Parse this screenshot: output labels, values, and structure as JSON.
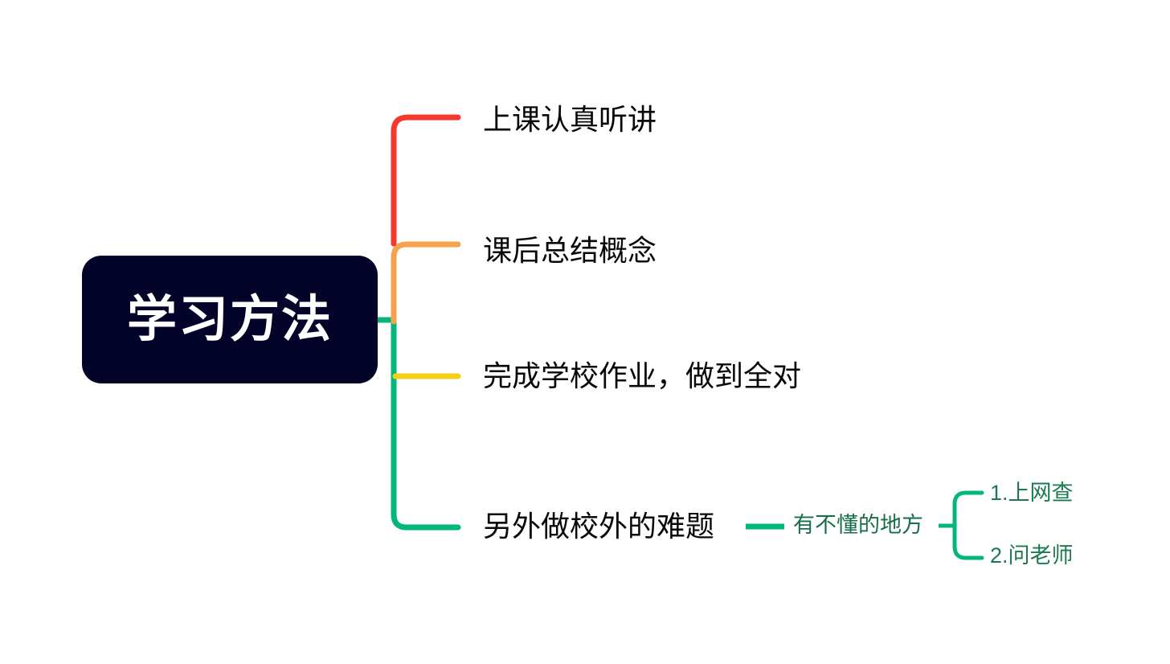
{
  "diagram": {
    "type": "mind-map",
    "title": "学习方法",
    "background_color": "#ffffff",
    "root": {
      "label": "学习方法",
      "fill_color": "#04042a",
      "text_color": "#ffffff"
    },
    "branches": [
      {
        "label": "上课认真听讲",
        "color": "#f5392e",
        "color_name": "red",
        "children": []
      },
      {
        "label": "课后总结概念",
        "color": "#f5a34e",
        "color_name": "orange",
        "children": []
      },
      {
        "label": "完成学校作业，做到全对",
        "color": "#f6ce17",
        "color_name": "yellow",
        "children": []
      },
      {
        "label": "另外做校外的难题",
        "color": "#02b779",
        "color_name": "green",
        "children": [
          {
            "label": "有不懂的地方",
            "color": "#02b779",
            "text_color": "#176e4a",
            "children": [
              {
                "label": "1.上网查",
                "text_color": "#1b7a51"
              },
              {
                "label": "2.问老师",
                "text_color": "#1b7a51"
              }
            ]
          }
        ]
      }
    ],
    "palette": {
      "red": "#f5392e",
      "orange": "#f5a34e",
      "yellow": "#f6ce17",
      "green": "#02b779",
      "dark_green_text": "#176e4a",
      "navy": "#04042a",
      "black_text": "#080808",
      "white": "#ffffff"
    }
  }
}
